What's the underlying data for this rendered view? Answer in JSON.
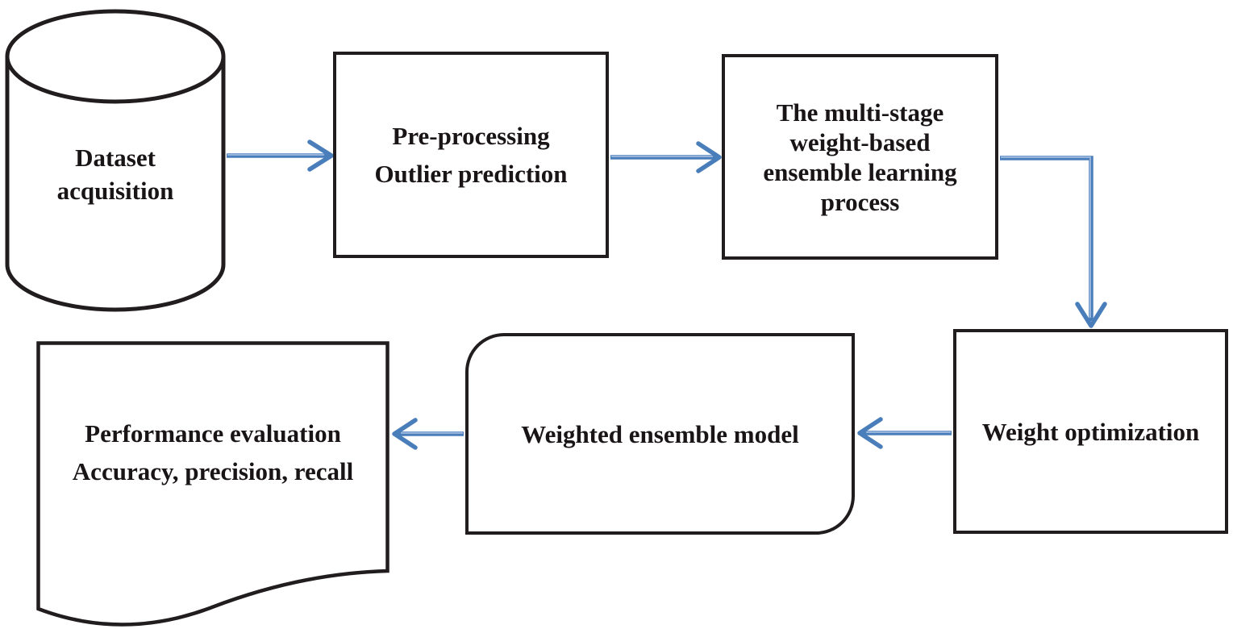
{
  "figure": {
    "type": "flowchart",
    "description": "Multi-stage weight-based ensemble learning pipeline"
  },
  "colors": {
    "arrow": "#4a7ebb",
    "arrow-hi": "#a6c0e2",
    "border": "#211d1e",
    "node-fill": "#ffffff",
    "text": "#191415",
    "bg": "#ffffff"
  },
  "diagram": {
    "nodes": [
      {
        "id": "dataset-acquisition",
        "shape": "cylinder",
        "lines": [
          "Dataset",
          "acquisition"
        ]
      },
      {
        "id": "pre-processing",
        "shape": "rectangle",
        "lines": [
          "Pre-processing",
          "Outlier prediction"
        ]
      },
      {
        "id": "ensemble-learning-process",
        "shape": "rectangle",
        "lines": [
          "The multi-stage",
          "weight-based",
          "ensemble learning",
          "process"
        ]
      },
      {
        "id": "weight-optimization",
        "shape": "rectangle",
        "lines": [
          "Weight optimization"
        ]
      },
      {
        "id": "weighted-ensemble-model",
        "shape": "rounded-rectangle",
        "lines": [
          "Weighted ensemble model"
        ]
      },
      {
        "id": "performance-evaluation",
        "shape": "document",
        "lines": [
          "Performance evaluation",
          "Accuracy, precision, recall"
        ]
      }
    ],
    "edges": [
      {
        "from": "dataset-acquisition",
        "to": "pre-processing",
        "direction": "right"
      },
      {
        "from": "pre-processing",
        "to": "ensemble-learning-process",
        "direction": "right"
      },
      {
        "from": "ensemble-learning-process",
        "to": "weight-optimization",
        "direction": "right-then-down"
      },
      {
        "from": "weight-optimization",
        "to": "weighted-ensemble-model",
        "direction": "left"
      },
      {
        "from": "weighted-ensemble-model",
        "to": "performance-evaluation",
        "direction": "left"
      }
    ]
  }
}
